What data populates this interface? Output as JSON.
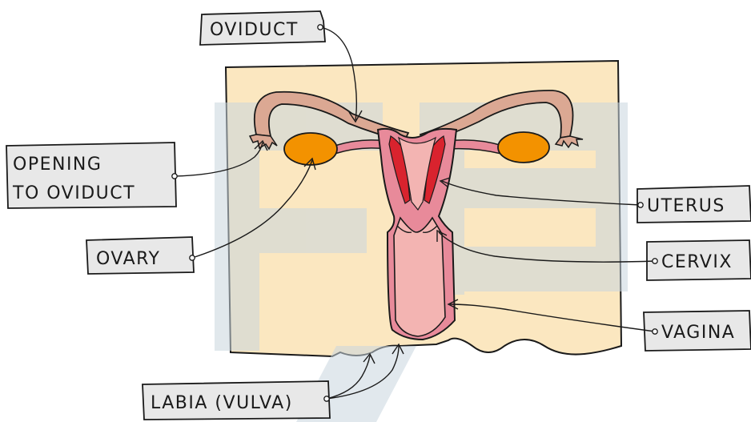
{
  "labels": {
    "oviduct": "OVIDUCT",
    "opening_line1": "OPENING",
    "opening_line2": "TO OVIDUCT",
    "ovary": "OVARY",
    "uterus": "UTERUS",
    "cervix": "CERVIX",
    "vagina": "VAGINA",
    "labia": "LABIA (VULVA)"
  },
  "colors": {
    "background_panel": "#fbe7c0",
    "watermark": "#d4dde4",
    "oviduct": "#dba893",
    "ovary": "#f39200",
    "uterus_tissue": "#e88a9a",
    "uterus_lining": "#d9232e",
    "vagina": "#f3b4b2",
    "label_tag": "#e8e8e8"
  }
}
